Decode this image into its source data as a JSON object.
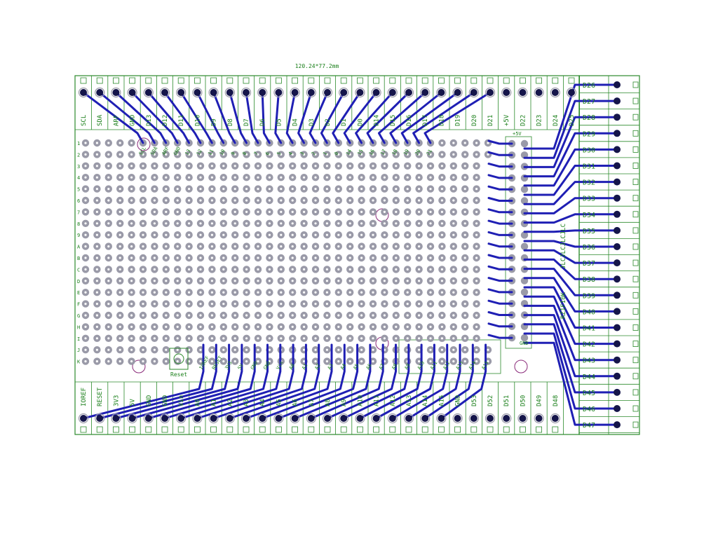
{
  "board": {
    "dimension_label": "120.24*77.2mm",
    "reset_label": "Reset",
    "part_number_label": "JLCJLCJLCJLC",
    "vertical_code_label": "RZ1F10K",
    "header_5v_label": "+5V",
    "header_gnd_label": "GND"
  },
  "top_terminals": [
    "SCL",
    "SDA",
    "ARF",
    "GND",
    "D13",
    "D12",
    "D11",
    "D10",
    "D9",
    "D8",
    "D7",
    "D6",
    "D5",
    "D4",
    "D3",
    "D2",
    "D1",
    "D0",
    "D14",
    "D15",
    "D16",
    "D17",
    "D18",
    "D19",
    "D20",
    "D21",
    "+5V",
    "D22",
    "D23",
    "D24",
    "D25"
  ],
  "right_terminals": [
    "D26",
    "D27",
    "D28",
    "D29",
    "D30",
    "D31",
    "D32",
    "D33",
    "D34",
    "D35",
    "D36",
    "D37",
    "D38",
    "D39",
    "D40",
    "D41",
    "D42",
    "D43",
    "D44",
    "D45",
    "D46",
    "D47"
  ],
  "bottom_terminals": [
    "IOREF",
    "RESET",
    "3V3",
    "5V",
    "GND",
    "GND",
    "Vin",
    "A0",
    "A1",
    "A2",
    "A3",
    "A4",
    "A5",
    "A6",
    "A7",
    "A8",
    "A9",
    "A10",
    "A11",
    "A12",
    "A13",
    "A14",
    "A15",
    "GND",
    "D53",
    "D52",
    "D51",
    "D50",
    "D49",
    "D48"
  ],
  "inner_top_labels": [
    "SCL",
    "SDA",
    "ARF",
    "GND",
    "13",
    "12",
    "11",
    "10",
    "9",
    "8",
    "7",
    "6",
    "5",
    "4",
    "3",
    "2",
    "1",
    "0",
    "14",
    "15",
    "16",
    "17",
    "18",
    "19",
    "20",
    "21"
  ],
  "inner_bottom_labels": [
    "IOREF",
    "RESET",
    "3V3",
    "5V",
    "GND",
    "GND",
    "Vin",
    "A0",
    "A1",
    "A2",
    "A3",
    "A4",
    "A5",
    "A6",
    "A7",
    "A8",
    "A9",
    "A10",
    "A11",
    "A12",
    "A13",
    "A14",
    "A15"
  ],
  "row_labels": [
    "1",
    "2",
    "3",
    "4",
    "5",
    "6",
    "7",
    "8",
    "9",
    "A",
    "B",
    "C",
    "D",
    "E",
    "F",
    "G",
    "H",
    "I",
    "J",
    "K"
  ],
  "colors": {
    "silkscreen": "#1a7f1a",
    "trace": "#1f1fb4",
    "pad": "#9a9aa8",
    "mount_hole": "#8a2a7a"
  }
}
